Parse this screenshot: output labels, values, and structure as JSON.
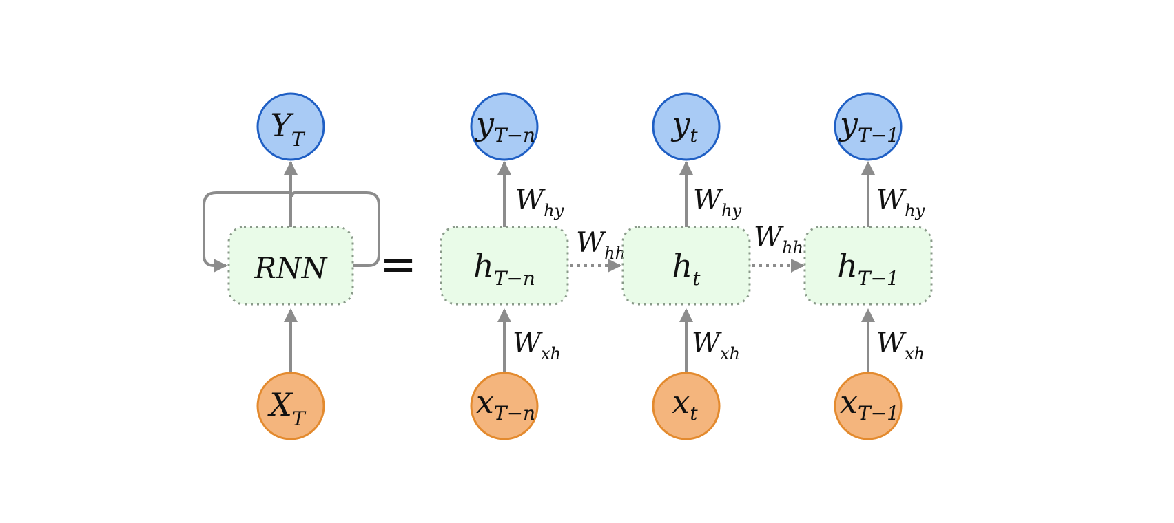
{
  "colors": {
    "output_fill": "#a9cbf5",
    "output_stroke": "#1f5fc4",
    "input_fill": "#f4b57d",
    "input_stroke": "#e38a2e",
    "hidden_fill": "#e9fbe8",
    "hidden_stroke": "#8a9a8a",
    "arrow": "#8c8c8c"
  },
  "folded": {
    "output": {
      "main": "Y",
      "sub": "T"
    },
    "cell": {
      "label": "RNN"
    },
    "input": {
      "main": "X",
      "sub": "T"
    }
  },
  "equals": "=",
  "unrolled": [
    {
      "output": {
        "main": "y",
        "sub": "T−n"
      },
      "hidden": {
        "main": "h",
        "sub": "T−n"
      },
      "input": {
        "main": "x",
        "sub": "T−n"
      },
      "w_out": {
        "main": "W",
        "sub": "hy"
      },
      "w_in": {
        "main": "W",
        "sub": "xh"
      }
    },
    {
      "output": {
        "main": "y",
        "sub": "t"
      },
      "hidden": {
        "main": "h",
        "sub": "t"
      },
      "input": {
        "main": "x",
        "sub": "t"
      },
      "w_out": {
        "main": "W",
        "sub": "hy"
      },
      "w_in": {
        "main": "W",
        "sub": "xh"
      }
    },
    {
      "output": {
        "main": "y",
        "sub": "T−1"
      },
      "hidden": {
        "main": "h",
        "sub": "T−1"
      },
      "input": {
        "main": "x",
        "sub": "T−1"
      },
      "w_out": {
        "main": "W",
        "sub": "hy"
      },
      "w_in": {
        "main": "W",
        "sub": "xh"
      }
    }
  ],
  "recurrent_weights": [
    {
      "main": "W",
      "sub": "hh"
    },
    {
      "main": "W",
      "sub": "hh"
    }
  ]
}
